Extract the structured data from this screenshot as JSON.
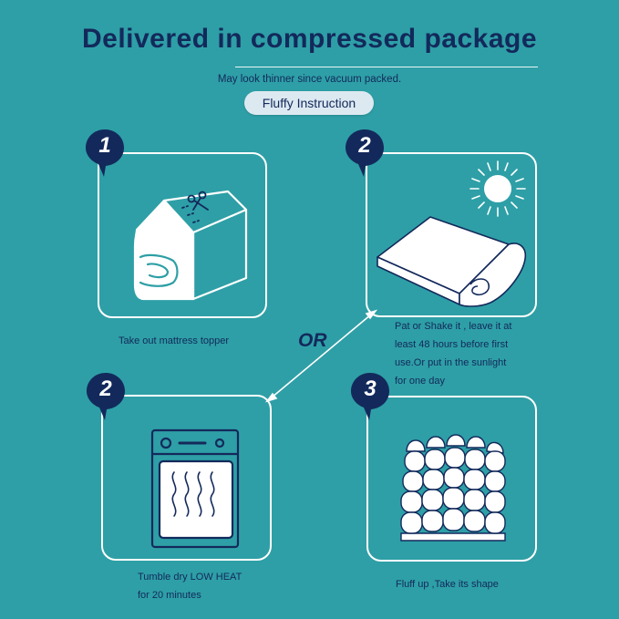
{
  "header": {
    "title": "Delivered in compressed package",
    "subtitle": "May look thinner since vacuum packed.",
    "button_label": "Fluffy Instruction"
  },
  "separator": {
    "label": "OR"
  },
  "steps": [
    {
      "number": "1",
      "caption_lines": [
        "Take out mattress topper"
      ],
      "icon": "scissors-package-icon"
    },
    {
      "number": "2",
      "caption_lines": [
        "Pat or Shake it , leave it at",
        "least 48 hours before first",
        "use.Or put in the sunlight",
        "for one day"
      ],
      "icon": "sunlight-rolled-topper-icon"
    },
    {
      "number": "2",
      "caption_lines": [
        "Tumble dry LOW HEAT",
        "for 20 minutes"
      ],
      "icon": "dryer-icon"
    },
    {
      "number": "3",
      "caption_lines": [
        "Fluff up ,Take its shape"
      ],
      "icon": "fluffy-topper-icon"
    }
  ],
  "colors": {
    "background": "#2e9fa6",
    "navy": "#13295b",
    "white": "#ffffff",
    "pill": "#dde9f1"
  }
}
